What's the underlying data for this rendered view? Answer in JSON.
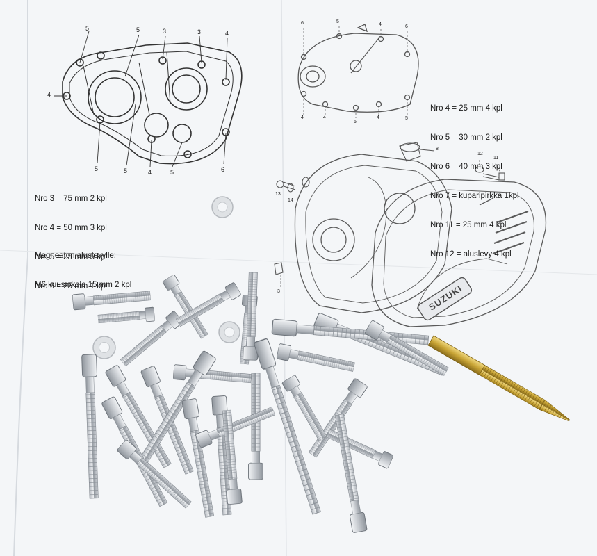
{
  "photo": {
    "subject": "",
    "left_legend": [
      "Nro 3 = 75 mm 2 kpl",
      "Nro 4 = 50 mm 3 kpl",
      "Nro 5 = 35 mm 5 kpl",
      "Nro 6 = 25 mm 1 kpl"
    ],
    "note": [
      "Magneeton aluslevylle:",
      "M6 kuusiokolo 15 mm 2 kpl"
    ],
    "right_legend": [
      "Nro 4 = 25 mm 4 kpl",
      "Nro 5 = 30 mm 2 kpl",
      "Nro 6 = 40 mm 3 kpl",
      "Nro 7 = kuparipirkka 1kpl",
      "Nro 11 = 25 mm 4 kpl",
      "Nro 12 = aluslevy 4 kpl"
    ],
    "diagram_callouts_left": [
      "5",
      "5",
      "3",
      "3",
      "4",
      "4",
      "5",
      "5",
      "4",
      "5",
      "6"
    ],
    "diagram_callouts_right": [
      "6",
      "5",
      "4",
      "6",
      "4",
      "4",
      "5",
      "4",
      "5",
      "8",
      "12",
      "11",
      "13",
      "14",
      "3"
    ],
    "cover_logo": "SUZUKI",
    "colors": {
      "paper": "#f4f6f8",
      "line": "#3a3a3a",
      "zinc": "#c9ccd0",
      "brass": "#c8a436"
    }
  }
}
